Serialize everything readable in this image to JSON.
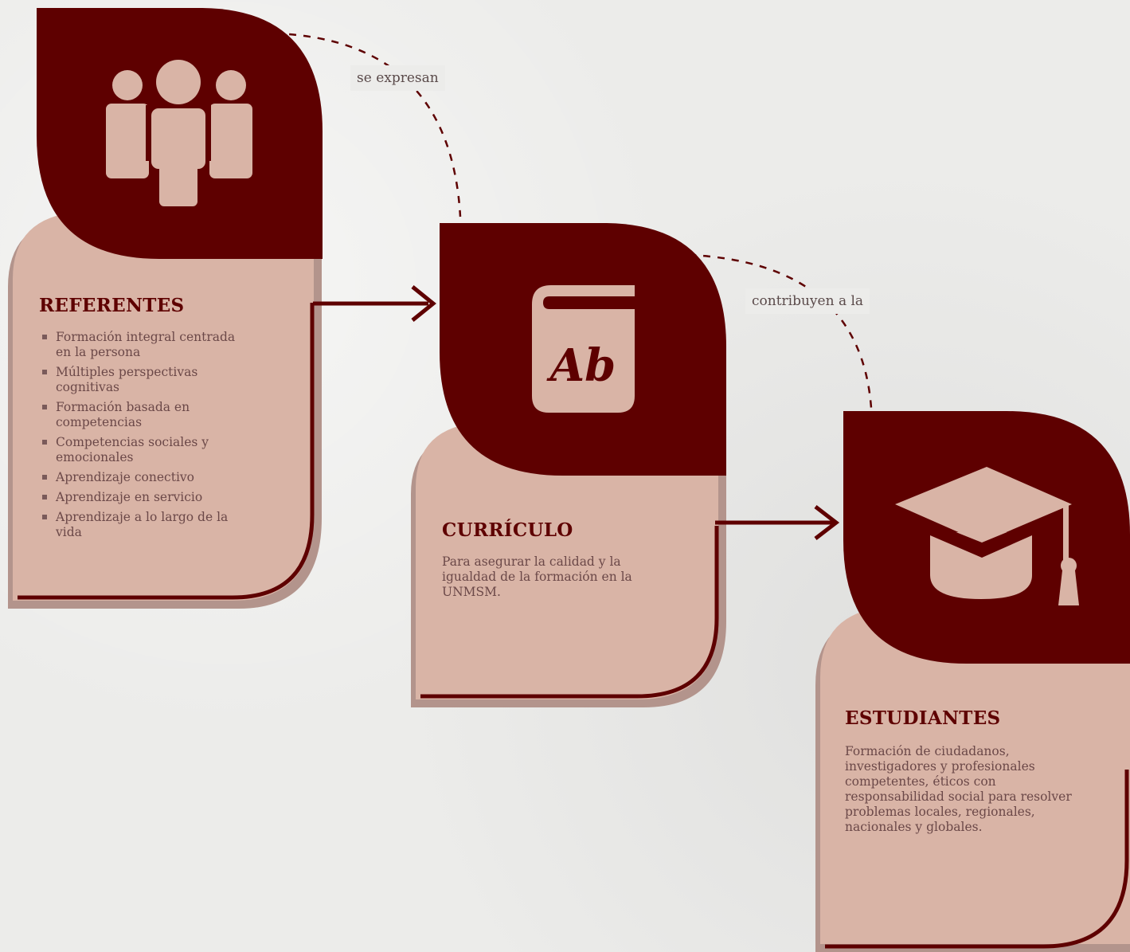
{
  "colors": {
    "dark": "#5e0000",
    "light": "#d9b4a6",
    "shadow": "#b3948c",
    "icon": "#d9b4a6"
  },
  "connectors": [
    {
      "label": "se expresan"
    },
    {
      "label": "contribuyen a la"
    }
  ],
  "referentes": {
    "title": "REFERENTES",
    "icon": "people-group-icon",
    "items": [
      "Formación integral centrada en la persona",
      "Múltiples perspectivas cognitivas",
      "Formación basada en competencias",
      "Competencias sociales y emocionales",
      "Aprendizaje conectivo",
      "Aprendizaje en servicio",
      "Aprendizaje a lo largo de la vida"
    ]
  },
  "curriculo": {
    "title": "CURRÍCULO",
    "icon": "book-icon",
    "icon_text": "Ab",
    "text": "Para asegurar la calidad y la igualdad de la formación en la UNMSM."
  },
  "estudiantes": {
    "title": "ESTUDIANTES",
    "icon": "graduation-cap-icon",
    "text": "Formación de ciudadanos, investigadores y profesionales competentes, éticos con responsabilidad social para resolver problemas locales, regionales, nacionales y globales."
  }
}
